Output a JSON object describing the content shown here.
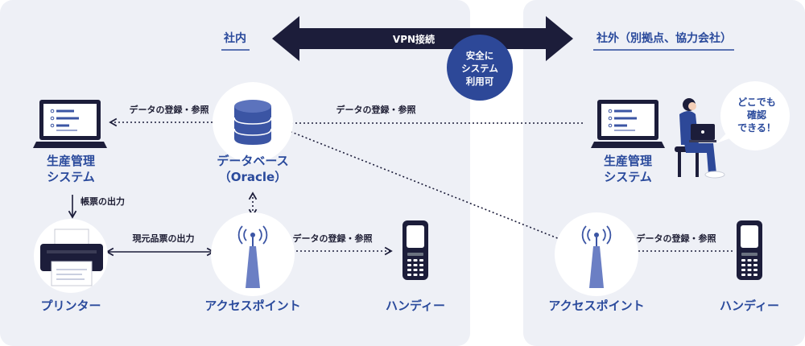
{
  "colors": {
    "panel": "#eef0f6",
    "navy": "#1c1d3a",
    "blue_text": "#2a4a9c",
    "db_blue": "#3b55a4",
    "ap_blue": "#6b7fc4",
    "circle_blue": "#2d4898",
    "white": "#ffffff"
  },
  "sections": {
    "internal": "社内",
    "external": "社外（別拠点、協力会社）"
  },
  "vpn": {
    "label": "VPN接続"
  },
  "badge": {
    "line1": "安全に",
    "line2": "システム",
    "line3": "利用可"
  },
  "speech": {
    "line1": "どこでも",
    "line2": "確認",
    "line3": "できる！"
  },
  "nodes": {
    "pc_in": {
      "line1": "生産管理",
      "line2": "システム",
      "icon": "laptop-icon"
    },
    "db": {
      "line1": "データベース",
      "line2": "（Oracle）",
      "icon": "database-icon"
    },
    "printer": {
      "label": "プリンター",
      "icon": "printer-icon"
    },
    "ap_in": {
      "label": "アクセスポイント",
      "icon": "antenna-icon"
    },
    "handy_in": {
      "label": "ハンディー",
      "icon": "handheld-terminal-icon"
    },
    "pc_out": {
      "line1": "生産管理",
      "line2": "システム",
      "icon": "laptop-icon"
    },
    "ap_out": {
      "label": "アクセスポイント",
      "icon": "antenna-icon"
    },
    "handy_out": {
      "label": "ハンディー",
      "icon": "handheld-terminal-icon"
    },
    "person": {
      "icon": "person-with-laptop-icon"
    }
  },
  "edges": {
    "pc_db": "データの登録・参照",
    "ext_pc_db": "データの登録・参照",
    "pc_printer": "帳票の出力",
    "printer_ap": "現元品票の出力",
    "ap_handy": "データの登録・参照",
    "ext_ap_handy": "データの登録・参照"
  }
}
